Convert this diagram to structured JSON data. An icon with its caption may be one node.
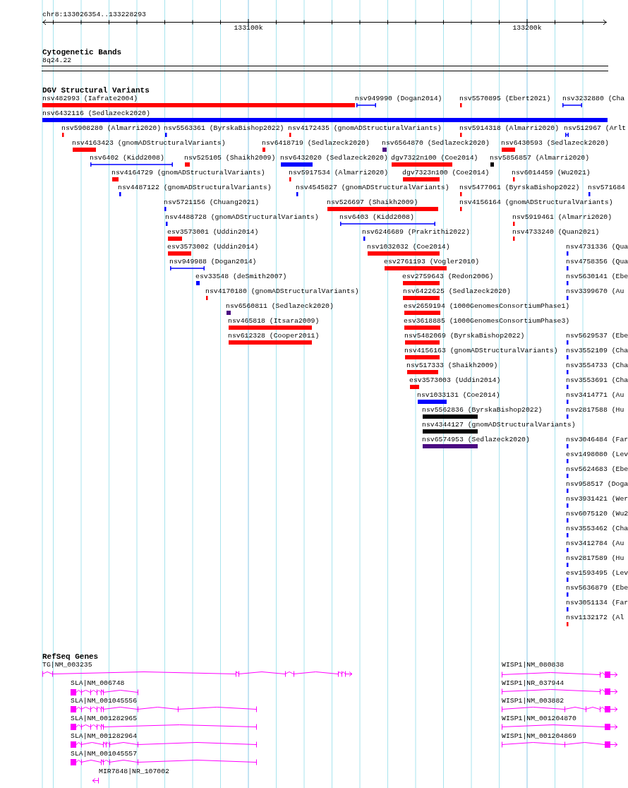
{
  "diagram": {
    "labels": [
      "chr8:133026354..133228293",
      "133100k",
      "133200k",
      "Cytogenetic Bands",
      "8q24.22",
      "DGV Structural Variants",
      "nsv482993 (Iafrate2004)",
      "nsv949990 (Dogan2014)",
      "nsv5570895 (Ebert2021)",
      "nsv3232880 (Cha",
      "nsv6432116 (Sedlazeck2020)",
      "nsv5908280 (Almarri2020)",
      "nsv5563361 (ByrskaBishop2022)",
      "nsv4172435 (gnomADStructuralVariants)",
      "nsv5914318 (Almarri2020)",
      "nsv512967 (Arlt",
      "nsv4163423 (gnomADStructuralVariants)",
      "nsv6418719 (Sedlazeck2020)",
      "nsv6564870 (Sedlazeck2020)",
      "nsv6430593 (Sedlazeck2020)",
      "nsv6402 (Kidd2008)",
      "nsv525105 (Shaikh2009)",
      "nsv6432020 (Sedlazeck2020)",
      "dgv7322n100 (Coe2014)",
      "nsv5856857 (Almarri2020)",
      "nsv4164729 (gnomADStructuralVariants)",
      "nsv5917534 (Almarri2020)",
      "dgv7323n100 (Coe2014)",
      "nsv6014459 (Wu2021)",
      "nsv4487122 (gnomADStructuralVariants)",
      "nsv4545827 (gnomADStructuralVariants)",
      "nsv5477061 (ByrskaBishop2022)",
      "nsv571684",
      "nsv5721156 (Chuang2021)",
      "nsv526697 (Shaikh2009)",
      "nsv4156164 (gnomADStructuralVariants)",
      "nsv4488728 (gnomADStructuralVariants)",
      "nsv6403 (Kidd2008)",
      "nsv5919461 (Almarri2020)",
      "esv3573001 (Uddin2014)",
      "nsv6246689 (Prakrithi2022)",
      "nsv4733240 (Quan2021)",
      "esv3573002 (Uddin2014)",
      "nsv1032032 (Coe2014)",
      "nsv4731336 (Qua",
      "nsv949988 (Dogan2014)",
      "esv2761193 (Vogler2010)",
      "nsv4758356 (Qua",
      "esv33548 (deSmith2007)",
      "esv2759643 (Redon2006)",
      "nsv5630141 (Ebe",
      "nsv4170180 (gnomADStructuralVariants)",
      "nsv6422625 (Sedlazeck2020)",
      "nsv3399670 (Au",
      "nsv6560811 (Sedlazeck2020)",
      "esv2659194 (1000GenomesConsortiumPhase1)",
      "nsv465818 (Itsara2009)",
      "esv3618885 (1000GenomesConsortiumPhase3)",
      "nsv612328 (Cooper2011)",
      "nsv5482069 (ByrskaBishop2022)",
      "nsv5629537 (Ebe",
      "nsv4156163 (gnomADStructuralVariants)",
      "nsv3552109 (Cha",
      "nsv517333 (Shaikh2009)",
      "nsv3554733 (Cha",
      "esv3573003 (Uddin2014)",
      "nsv3553691 (Cha",
      "nsv1033131 (Coe2014)",
      "nsv3414771 (Au",
      "nsv5562836 (ByrskaBishop2022)",
      "nsv2817588 (Hu",
      "nsv4344127 (gnomADStructuralVariants)",
      "nsv6574953 (Sedlazeck2020)",
      "nsv3046484 (Far",
      "esv1498080 (Lev",
      "nsv5624683 (Ebe",
      "nsv958517 (Doga",
      "nsv3931421 (Wer",
      "nsv6075120 (Wu2",
      "nsv3553462 (Cha",
      "nsv3412784 (Au",
      "nsv2817589 (Hu",
      "esv1593495 (Lev",
      "nsv5636879 (Ebe",
      "nsv3051134 (Far",
      "nsv1132172 (Al",
      "RefSeq Genes",
      "TG|NM_003235",
      "WISP1|NM_080838",
      "SLA|NM_006748",
      "WISP1|NR_037944",
      "SLA|NM_001045556",
      "WISP1|NM_003882",
      "SLA|NM_001282965",
      "WISP1|NM_001204870",
      "SLA|NM_001282964",
      "WISP1|NM_001204869",
      "SLA|NM_001045557",
      "MIR7848|NR_107002"
    ]
  }
}
